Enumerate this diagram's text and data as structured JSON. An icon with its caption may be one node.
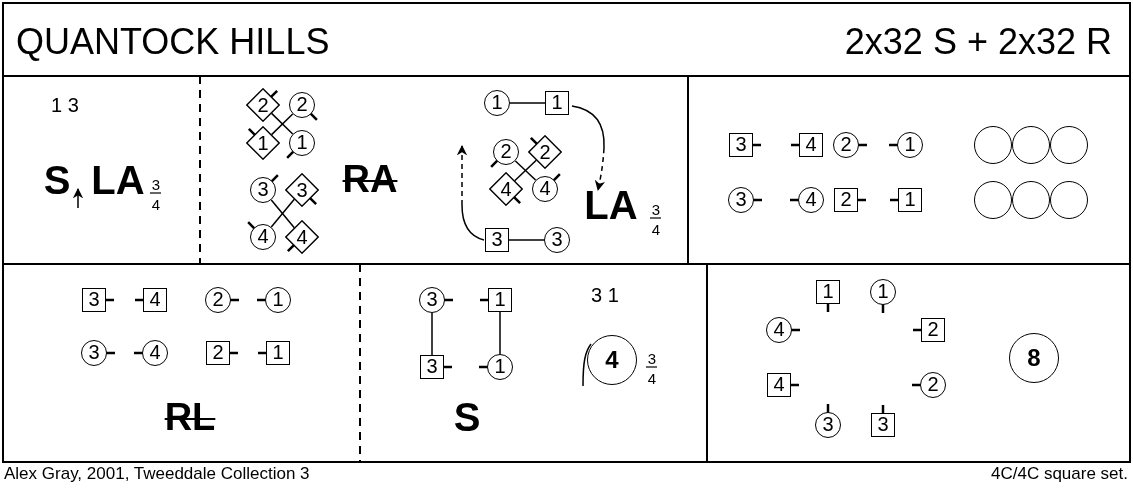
{
  "diagram": {
    "title": "QUANTOCK HILLS",
    "caption": "Alex Gray, 2001, Tweeddale Collection 3",
    "nodes": [
      {
        "text": [
          "2"
        ]
      },
      {
        "text": [
          "2"
        ]
      },
      {
        "text": [
          "1"
        ]
      },
      {
        "text": [
          "1"
        ]
      },
      {
        "text": [
          "3"
        ]
      },
      {
        "text": [
          "3"
        ]
      },
      {
        "text": [
          "4"
        ]
      },
      {
        "text": [
          "4"
        ]
      },
      {
        "text": [
          "1"
        ]
      },
      {
        "text": [
          "1"
        ]
      },
      {
        "text": [
          "2"
        ]
      },
      {
        "text": [
          "2"
        ]
      },
      {
        "text": [
          "4"
        ]
      },
      {
        "text": [
          "4"
        ]
      },
      {
        "text": [
          "3"
        ]
      },
      {
        "text": [
          "3"
        ]
      },
      {
        "text": [
          "3"
        ]
      },
      {
        "text": [
          "4"
        ]
      },
      {
        "text": [
          "2"
        ]
      },
      {
        "text": [
          "1"
        ]
      },
      {
        "text": [],
        "shape": "circle"
      },
      {
        "text": [],
        "shape": "circle"
      },
      {
        "text": [],
        "shape": "circle"
      },
      {
        "text": [
          "3"
        ]
      },
      {
        "text": [
          "4"
        ]
      },
      {
        "text": [
          "2"
        ]
      },
      {
        "text": [
          "1"
        ]
      },
      {
        "text": [],
        "shape": "circle"
      },
      {
        "text": [],
        "shape": "circle"
      },
      {
        "text": [],
        "shape": "circle"
      },
      {
        "text": [
          "3"
        ]
      },
      {
        "text": [
          "4"
        ]
      },
      {
        "text": [
          "2"
        ]
      },
      {
        "text": [
          "1"
        ]
      },
      {
        "text": [
          "3"
        ]
      },
      {
        "text": [
          "4"
        ]
      },
      {
        "text": [
          "2"
        ]
      },
      {
        "text": [
          "1"
        ]
      },
      {
        "text": [
          "3"
        ]
      },
      {
        "text": [
          "1"
        ]
      },
      {
        "text": [
          "3"
        ]
      },
      {
        "text": [
          "1"
        ]
      },
      {
        "text": [
          "4"
        ]
      },
      {
        "text": [
          "1"
        ]
      },
      {
        "text": [
          "1"
        ]
      },
      {
        "text": [
          "4"
        ]
      },
      {
        "text": [
          "2"
        ]
      },
      {
        "text": [
          "4"
        ]
      },
      {
        "text": [
          "2"
        ]
      },
      {
        "text": [
          "3"
        ]
      },
      {
        "text": [
          "3"
        ]
      },
      {
        "text": [
          "8"
        ]
      }
    ],
    "edges": [
      {
        "from": 0,
        "to": 3,
        "arrow": "none"
      },
      {
        "from": 1,
        "to": 2,
        "arrow": "none"
      },
      {
        "from": 4,
        "to": 7,
        "arrow": "none"
      },
      {
        "from": 5,
        "to": 6,
        "arrow": "none"
      },
      {
        "from": 8,
        "to": 9,
        "arrow": "none"
      },
      {
        "from": 10,
        "to": 13,
        "arrow": "none"
      },
      {
        "from": 11,
        "to": 12,
        "arrow": "none"
      },
      {
        "from": 14,
        "to": 15,
        "arrow": "none"
      },
      {
        "from": 38,
        "to": 40,
        "arrow": "none"
      },
      {
        "from": 39,
        "to": 41,
        "arrow": "none"
      }
    ],
    "labels": [
      "2x32 S + 2x32 R",
      "1 3",
      "S",
      "LA",
      "3",
      "4",
      "RA",
      "LA",
      "3",
      "4",
      "RL",
      "S",
      "3 1",
      "3",
      "4",
      "4C/4C  square set."
    ]
  }
}
